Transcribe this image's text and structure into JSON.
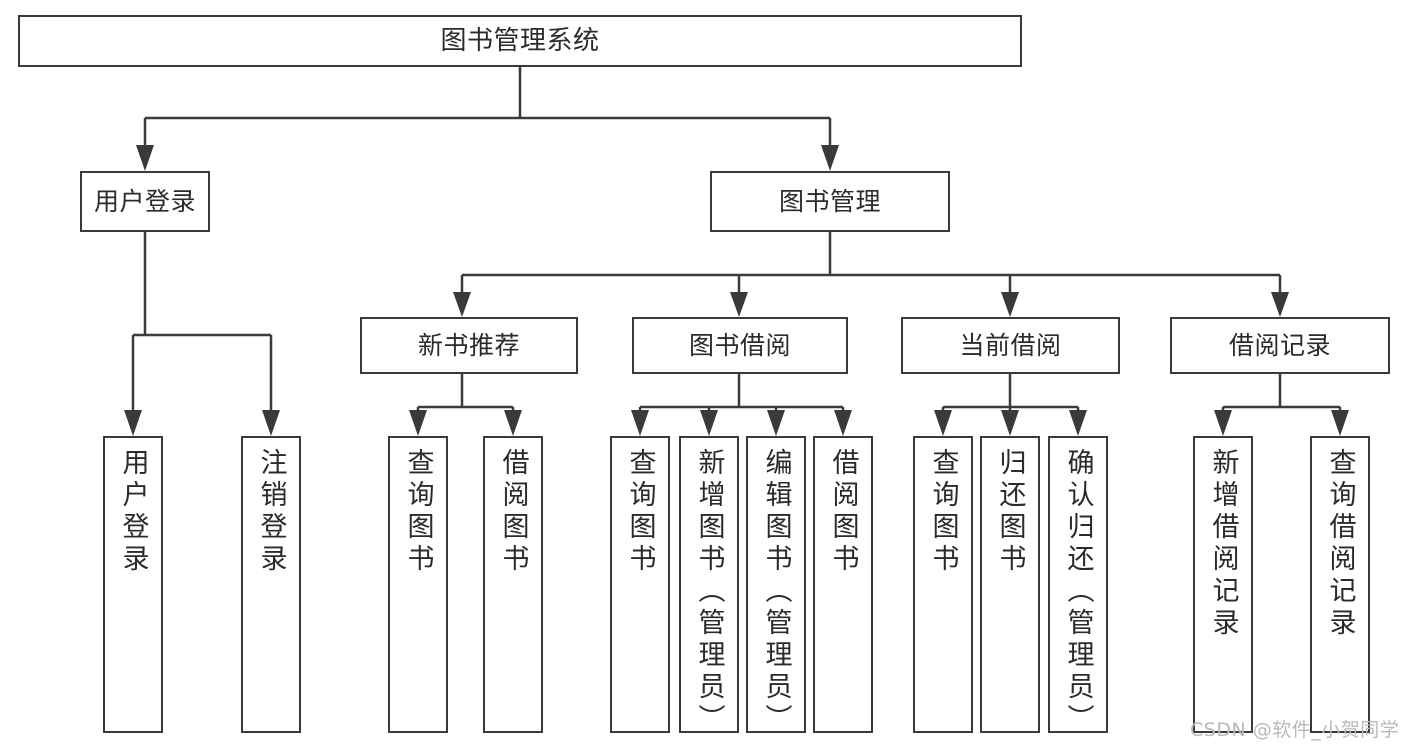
{
  "diagram": {
    "title": "图书管理系统",
    "type": "hierarchy-tree",
    "watermark": "CSDN @软件_小贺同学",
    "colors": {
      "line": "#3a3a3a",
      "box_fill": "#ffffff",
      "text": "#2b2b2b",
      "watermark": "#b9b9b9"
    },
    "root": {
      "label": "图书管理系统"
    },
    "tier2": [
      {
        "label": "用户登录"
      },
      {
        "label": "图书管理"
      }
    ],
    "tier3": [
      {
        "label": "新书推荐"
      },
      {
        "label": "图书借阅"
      },
      {
        "label": "当前借阅"
      },
      {
        "label": "借阅记录"
      }
    ],
    "leaves": {
      "user_login": [
        {
          "label": "用户登录"
        },
        {
          "label": "注销登录"
        }
      ],
      "new_book_recommend": [
        {
          "label": "查询图书"
        },
        {
          "label": "借阅图书"
        }
      ],
      "book_borrow": [
        {
          "label": "查询图书"
        },
        {
          "label": "新增图书（管理员）"
        },
        {
          "label": "编辑图书（管理员）"
        },
        {
          "label": "借阅图书"
        }
      ],
      "current_borrow": [
        {
          "label": "查询图书"
        },
        {
          "label": "归还图书"
        },
        {
          "label": "确认归还（管理员）"
        }
      ],
      "borrow_records": [
        {
          "label": "新增借阅记录"
        },
        {
          "label": "查询借阅记录"
        }
      ]
    }
  }
}
